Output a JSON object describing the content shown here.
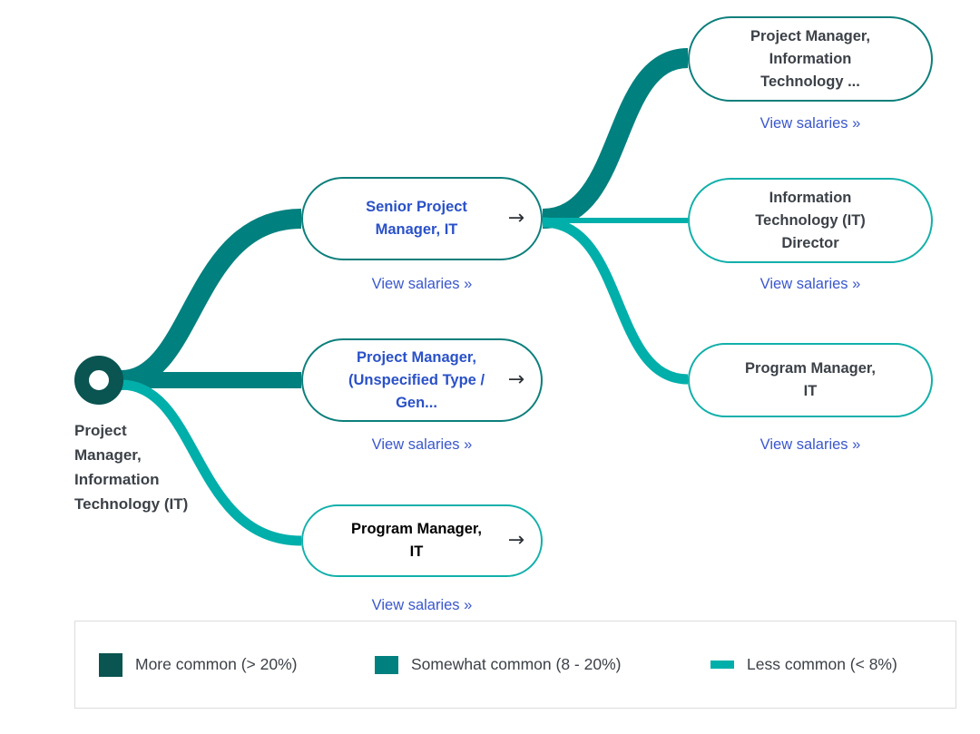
{
  "diagram": {
    "type": "career-path-tree",
    "root": {
      "label": "Project Manager, Information Technology (IT)",
      "label_lines": "Project\nManager,\nInformation\nTechnology\n(IT)"
    },
    "link_label": "View salaries »",
    "arrow_icon": "→",
    "colors": {
      "more_common": "#0a5451",
      "somewhat_common": "#00807e",
      "less_common": "#00afaa",
      "node_title_blue": "#2a51c8",
      "node_title_dark": "#3c4148",
      "salaries_link": "#3a57cc",
      "background": "#ffffff",
      "legend_border": "#dcdcdc"
    },
    "columns": {
      "middle": [
        {
          "title": "Senior Project Manager, IT",
          "title_lines": "Senior Project\nManager, IT",
          "salaries_label": "View salaries »",
          "commonality": "somewhat_common",
          "border_color": "#0c7f7c",
          "has_arrow": true
        },
        {
          "title": "Project Manager, (Unspecified Type / Gen...",
          "title_lines": "Project Manager,\n(Unspecified Type /\nGen...",
          "salaries_label": "View salaries »",
          "commonality": "somewhat_common",
          "border_color": "#0c7f7c",
          "has_arrow": true
        },
        {
          "title": "Program Manager, IT",
          "title_lines": "Program Manager,\nIT",
          "salaries_label": "View salaries »",
          "commonality": "less_common",
          "border_color": "#12b0aa",
          "has_arrow": true
        }
      ],
      "right": [
        {
          "title": "Project Manager, Information Technology ...",
          "title_lines": "Project Manager,\nInformation\nTechnology ...",
          "salaries_label": "View salaries »",
          "commonality": "somewhat_common",
          "border_color": "#0c7f7c",
          "has_arrow": false
        },
        {
          "title": "Information Technology (IT) Director",
          "title_lines": "Information\nTechnology (IT)\nDirector",
          "salaries_label": "View salaries »",
          "commonality": "less_common",
          "border_color": "#12b0aa",
          "has_arrow": false
        },
        {
          "title": "Program Manager, IT",
          "title_lines": "Program Manager,\nIT",
          "salaries_label": "View salaries »",
          "commonality": "less_common",
          "border_color": "#12b0aa",
          "has_arrow": false
        }
      ]
    },
    "links": [
      {
        "from": "root",
        "to": "Senior Project Manager, IT",
        "commonality": "somewhat_common",
        "color": "#00807e",
        "weight": 22
      },
      {
        "from": "root",
        "to": "Project Manager, (Unspecified Type / Gen...",
        "commonality": "somewhat_common",
        "color": "#00807e",
        "weight": 18
      },
      {
        "from": "root",
        "to": "Program Manager, IT",
        "commonality": "less_common",
        "color": "#00afaa",
        "weight": 11
      },
      {
        "from": "Senior Project Manager, IT",
        "to": "Project Manager, Information Technology ...",
        "commonality": "somewhat_common",
        "color": "#00807e",
        "weight": 22
      },
      {
        "from": "Senior Project Manager, IT",
        "to": "Information Technology (IT) Director",
        "commonality": "less_common",
        "color": "#00afaa",
        "weight": 6
      },
      {
        "from": "Senior Project Manager, IT",
        "to": "Program Manager, IT",
        "commonality": "less_common",
        "color": "#00afaa",
        "weight": 11
      }
    ]
  },
  "legend": {
    "items": [
      {
        "label": "More common (> 20%)",
        "color": "#0a5451",
        "swatch_width": 26,
        "swatch_height": 26
      },
      {
        "label": "Somewhat common (8 - 20%)",
        "color": "#00807e",
        "swatch_width": 26,
        "swatch_height": 20
      },
      {
        "label": "Less common (< 8%)",
        "color": "#00afaa",
        "swatch_width": 26,
        "swatch_height": 9
      }
    ]
  }
}
